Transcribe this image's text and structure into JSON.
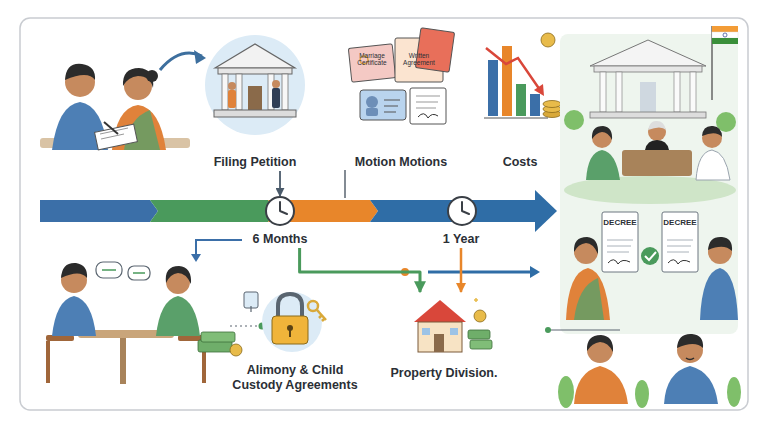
{
  "diagram": {
    "nodes": [
      {
        "text": [
          "Filing Petition"
        ]
      },
      {
        "text": [
          "Motion Motions"
        ]
      },
      {
        "text": [
          "Costs"
        ]
      },
      {
        "text": [
          "6 Months"
        ]
      },
      {
        "text": [
          "1 Year"
        ]
      },
      {
        "text": [
          "Alimony & Child Custody Agreements"
        ]
      },
      {
        "text": [
          "Property Division."
        ]
      }
    ],
    "edges": [
      {
        "from": 0,
        "to": 3,
        "arrow": "to"
      },
      {
        "from": 3,
        "to": 6,
        "arrow": "to"
      },
      {
        "from": 4,
        "to": 6,
        "arrow": "to"
      }
    ],
    "labels": [
      "Marriage Certificate",
      "Written Agreement",
      "DECREE",
      "DECREE"
    ]
  }
}
